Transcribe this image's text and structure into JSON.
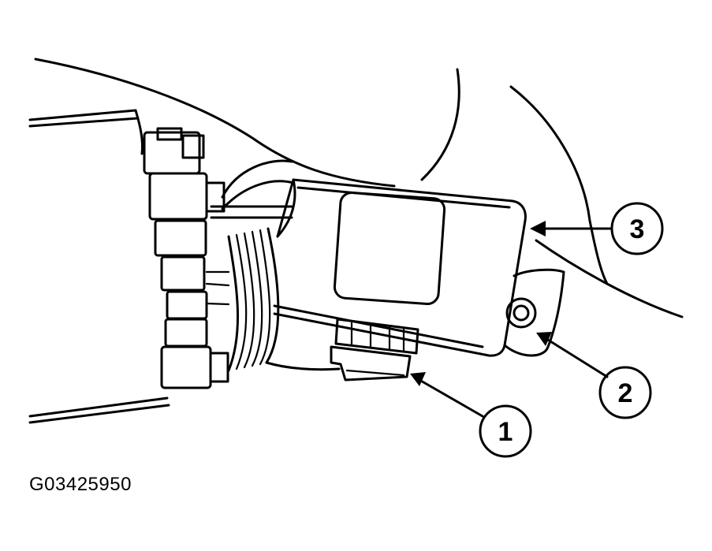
{
  "diagram": {
    "figure_id": "G03425950",
    "callouts": [
      {
        "number": "1",
        "target": "connector"
      },
      {
        "number": "2",
        "target": "mounting-bolt"
      },
      {
        "number": "3",
        "target": "module"
      }
    ],
    "colors": {
      "line": "#000000",
      "background": "#ffffff"
    }
  }
}
